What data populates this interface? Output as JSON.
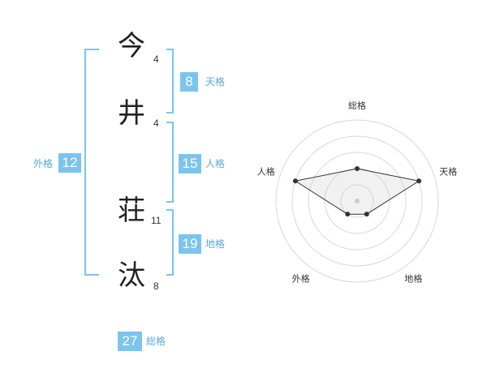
{
  "name_chars": [
    {
      "char": "今",
      "strokes": "4"
    },
    {
      "char": "井",
      "strokes": "4"
    },
    {
      "char": "荘",
      "strokes": "11"
    },
    {
      "char": "汰",
      "strokes": "8"
    }
  ],
  "kaku": {
    "tenkaku": {
      "value": "8",
      "label": "天格"
    },
    "jinkaku": {
      "value": "15",
      "label": "人格"
    },
    "chikaku": {
      "value": "19",
      "label": "地格"
    },
    "gaikaku": {
      "value": "12",
      "label": "外格"
    },
    "soukaku": {
      "value": "27",
      "label": "総格"
    }
  },
  "colors": {
    "accent": "#7cc4ee",
    "bracket": "#7cc4ee"
  },
  "chart_data": {
    "type": "radar",
    "axes": [
      "総格",
      "天格",
      "地格",
      "外格",
      "人格"
    ],
    "values": [
      2,
      4,
      1,
      1,
      4
    ],
    "max": 5,
    "grid": true
  }
}
